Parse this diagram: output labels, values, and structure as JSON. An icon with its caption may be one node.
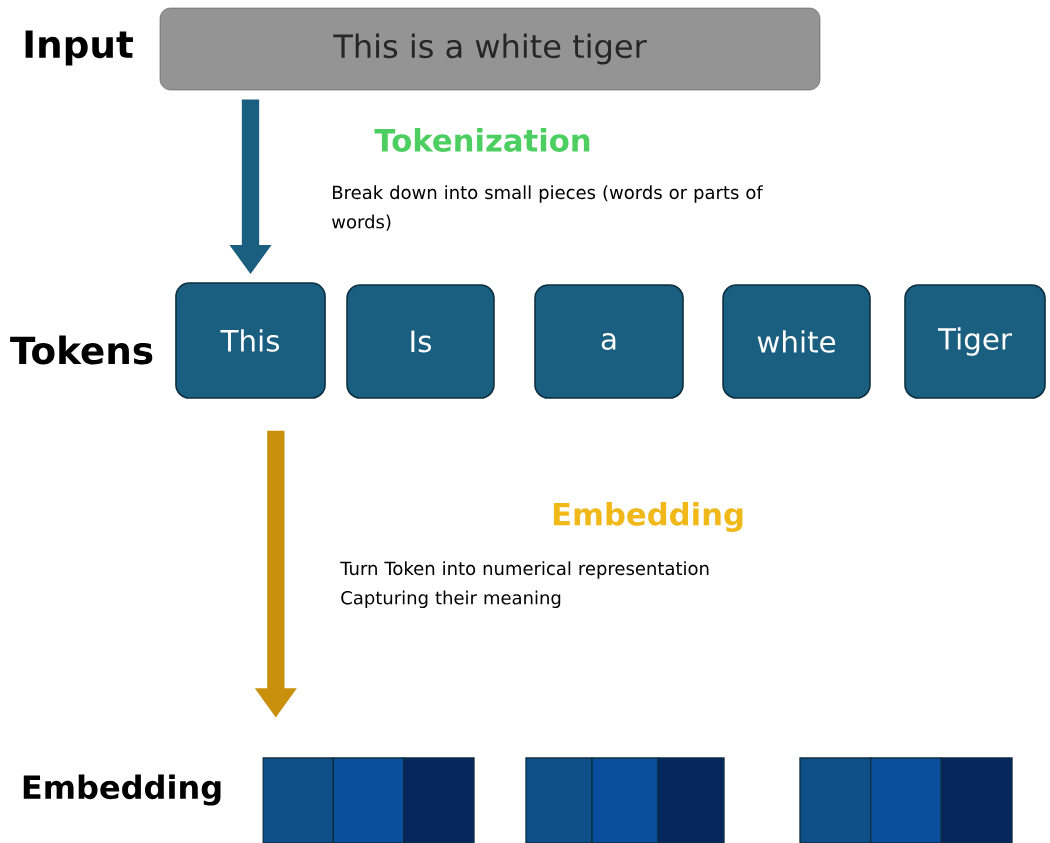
{
  "diagram": {
    "nodes": [
      {
        "text": [
          "This is a white tiger"
        ],
        "beside": [
          "Input"
        ]
      },
      {
        "text": [
          "This"
        ],
        "beside": [
          "Tokens"
        ]
      },
      {
        "text": [
          "Is"
        ]
      },
      {
        "text": [
          "a"
        ]
      },
      {
        "text": [
          "white"
        ]
      },
      {
        "text": [
          "Tiger"
        ]
      },
      {
        "text": [],
        "shape": "box",
        "beside": [
          "Embedding"
        ]
      },
      {
        "text": [],
        "shape": "box"
      },
      {
        "text": [],
        "shape": "box"
      }
    ],
    "edges": [
      {
        "from": 0,
        "to": 1,
        "arrow": "to"
      },
      {
        "from": 1,
        "to": 6,
        "arrow": "to",
        "color": "#c8900c"
      }
    ],
    "labels": [
      "Tokenization",
      "Break down into small pieces (words or parts of words)",
      "Embedding",
      "Turn Token into numerical representation Capturing their meaning"
    ]
  }
}
